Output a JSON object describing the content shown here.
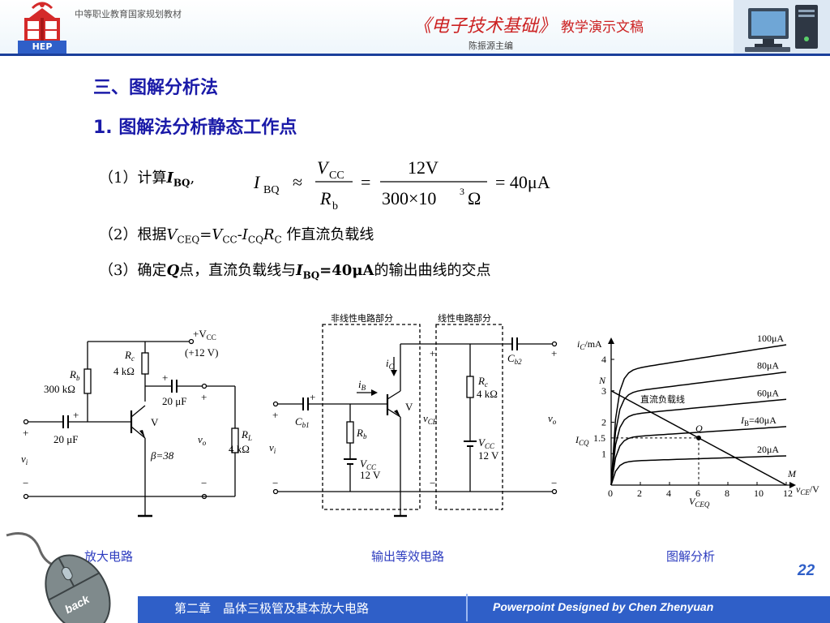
{
  "header": {
    "publisher_note": "中等职业教育国家规划教材",
    "logo_text": "HEP",
    "book_title": "《电子技术基础》",
    "title_suffix": "教学演示文稿",
    "editor": "陈振源主编"
  },
  "content": {
    "section_title": "三、图解分析法",
    "subsection_title": "1. 图解法分析静态工作点",
    "step1": {
      "prefix": "（1）计算",
      "var": "I",
      "sub": "BQ",
      "suffix": ","
    },
    "formula": {
      "lhs_var": "I",
      "lhs_sub": "BQ",
      "approx": "≈",
      "num_var": "V",
      "num_sub": "CC",
      "den_var": "R",
      "den_sub": "b",
      "mid_num": "12V",
      "mid_den_a": "300×10",
      "mid_den_exp": "3",
      "mid_den_b": "Ω",
      "result": "= 40μA"
    },
    "step2": {
      "prefix": "（2）根据",
      "v1": "V",
      "v1_sub": "CEQ",
      "eq": "=",
      "v2": "V",
      "v2_sub": "CC",
      "minus": "-",
      "v3": "I",
      "v3_sub": "CQ",
      "v4": "R",
      "v4_sub": "C",
      "suffix": " 作直流负载线"
    },
    "step3": {
      "prefix": "（3）确定",
      "q": "Q",
      "middle": "点，直流负载线与",
      "v": "I",
      "v_sub": "BQ",
      "value": "=40",
      "unit": "μA",
      "suffix": "的输出曲线的交点"
    }
  },
  "circuit1": {
    "vcc_label": "+V",
    "vcc_sub": "CC",
    "vcc_value": "(+12 V)",
    "rb": "R",
    "rb_sub": "b",
    "rb_value": "300 kΩ",
    "rc": "R",
    "rc_sub": "c",
    "rc_value": "4 kΩ",
    "c1": "20 μF",
    "c2": "20 μF",
    "transistor": "V",
    "beta": "β=38",
    "rl": "R",
    "rl_sub": "L",
    "rl_value": "4 kΩ",
    "vi": "v",
    "vi_sub": "i",
    "vo": "v",
    "vo_sub": "o",
    "plus": "+",
    "minus": "−"
  },
  "circuit2": {
    "nonlinear": "非线性电路部分",
    "linear": "线性电路部分",
    "ic": "i",
    "ic_sub": "C",
    "ib": "i",
    "ib_sub": "B",
    "cb1": "C",
    "cb1_sub": "b1",
    "cb2": "C",
    "cb2_sub": "b2",
    "rb": "R",
    "rb_sub": "b",
    "vcc": "V",
    "vcc_sub": "CC",
    "vcc_value": "12 V",
    "rc": "R",
    "rc_sub": "c",
    "rc_value": "4 kΩ",
    "vce": "v",
    "vce_sub": "CE",
    "transistor": "V",
    "vo": "v",
    "vo_sub": "o",
    "vi": "v",
    "vi_sub": "i",
    "plus": "+",
    "minus": "−"
  },
  "chart_data": {
    "type": "line",
    "ylabel": "i",
    "ylabel_sub": "C",
    "ylabel_unit": "/mA",
    "xlabel": "v",
    "xlabel_sub": "CE",
    "xlabel_unit": "/V",
    "xlim": [
      0,
      12
    ],
    "ylim": [
      0,
      4.8
    ],
    "x_ticks": [
      "0",
      "2",
      "4",
      "6",
      "8",
      "10",
      "12"
    ],
    "y_ticks": [
      "1",
      "2",
      "3",
      "4"
    ],
    "y_special": "1.5",
    "icq_label": "I",
    "icq_sub": "CQ",
    "vceq_label": "V",
    "vceq_sub": "CEQ",
    "series": [
      {
        "name": "20 μA",
        "level": 0.75
      },
      {
        "name": "I_B=40 μA",
        "level": 1.5
      },
      {
        "name": "60 μA",
        "level": 2.2
      },
      {
        "name": "80 μA",
        "level": 2.9
      },
      {
        "name": "100 μA",
        "level": 3.6
      }
    ],
    "series_labels": [
      {
        "text": "20",
        "unit": "μA"
      },
      {
        "text": "=40",
        "pre": "I",
        "pre_sub": "B",
        "unit": "μA"
      },
      {
        "text": "60",
        "unit": "μA"
      },
      {
        "text": "80",
        "unit": "μA"
      },
      {
        "text": "100",
        "unit": "μA"
      }
    ],
    "load_line": {
      "label": "直流负载线",
      "x": [
        0,
        12
      ],
      "y": [
        3,
        0
      ]
    },
    "points": {
      "N": "N",
      "Q": "Q",
      "M": "M"
    },
    "q_point": {
      "x": 6,
      "y": 1.5
    }
  },
  "captions": {
    "amplifier": "放大电路",
    "equivalent": "输出等效电路",
    "graphical": "图解分析"
  },
  "page_number": "22",
  "footer": {
    "chapter": "第二章　晶体三极管及基本放大电路",
    "credit": "Powerpoint  Designed  by  Chen Zhenyuan",
    "back_label": "back"
  }
}
